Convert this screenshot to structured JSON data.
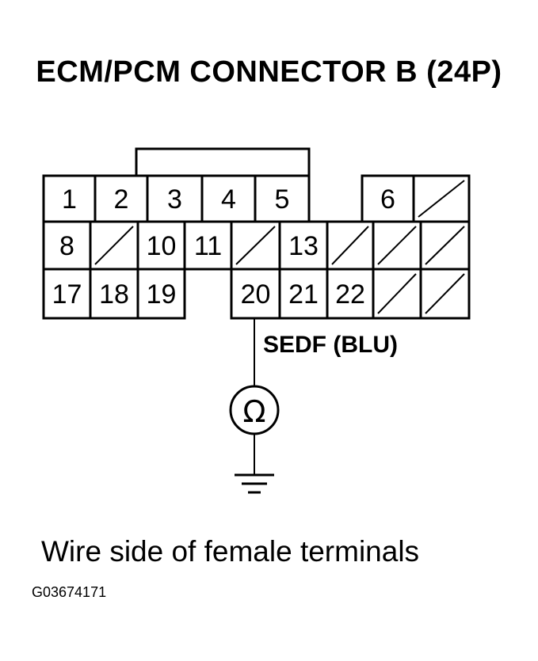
{
  "title": "ECM/PCM CONNECTOR B (24P)",
  "caption": "Wire side of female terminals",
  "figure_code": "G03674171",
  "connector": {
    "rows": [
      [
        {
          "label": "1"
        },
        {
          "label": "2"
        },
        {
          "label": "3"
        },
        {
          "label": "4"
        },
        {
          "label": "5"
        },
        {
          "label": null,
          "type": "gap"
        },
        {
          "label": "6"
        },
        {
          "label": null,
          "type": "unused"
        }
      ],
      [
        {
          "label": "8"
        },
        {
          "label": null,
          "type": "unused"
        },
        {
          "label": "10"
        },
        {
          "label": "11"
        },
        {
          "label": null,
          "type": "unused"
        },
        {
          "label": "13"
        },
        {
          "label": null,
          "type": "unused"
        },
        {
          "label": null,
          "type": "unused"
        },
        {
          "label": null,
          "type": "unused"
        }
      ],
      [
        {
          "label": "17"
        },
        {
          "label": "18"
        },
        {
          "label": "19"
        },
        {
          "label": null,
          "type": "gap"
        },
        {
          "label": "20"
        },
        {
          "label": "21"
        },
        {
          "label": "22"
        },
        {
          "label": null,
          "type": "unused"
        },
        {
          "label": null,
          "type": "unused"
        }
      ]
    ]
  },
  "wire": {
    "terminal": "20",
    "label": "SEDF (BLU)"
  },
  "meter": {
    "symbol": "Ω",
    "name": "ohmmeter"
  },
  "ground": {
    "name": "ground"
  }
}
